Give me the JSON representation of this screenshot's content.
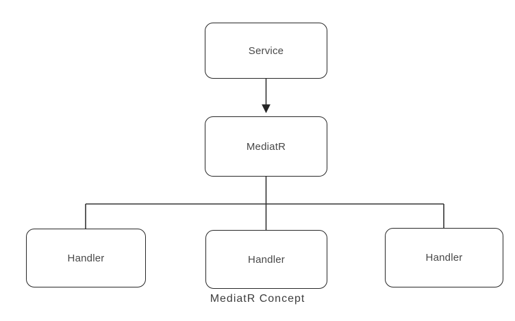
{
  "diagram": {
    "caption": "MediatR Concept",
    "nodes": {
      "service": {
        "label": "Service"
      },
      "mediatr": {
        "label": "MediatR"
      },
      "handler1": {
        "label": "Handler"
      },
      "handler2": {
        "label": "Handler"
      },
      "handler3": {
        "label": "Handler"
      }
    },
    "edges": [
      {
        "from": "service",
        "to": "mediatr",
        "style": "arrow"
      },
      {
        "from": "mediatr",
        "to": "handler1",
        "style": "line"
      },
      {
        "from": "mediatr",
        "to": "handler2",
        "style": "line"
      },
      {
        "from": "mediatr",
        "to": "handler3",
        "style": "line"
      }
    ],
    "colors": {
      "background": "#ffffff",
      "node_border": "#262626",
      "node_fill": "#ffffff",
      "node_text": "#474747",
      "connector": "#333333",
      "caption_text": "#3c3c3c"
    }
  }
}
